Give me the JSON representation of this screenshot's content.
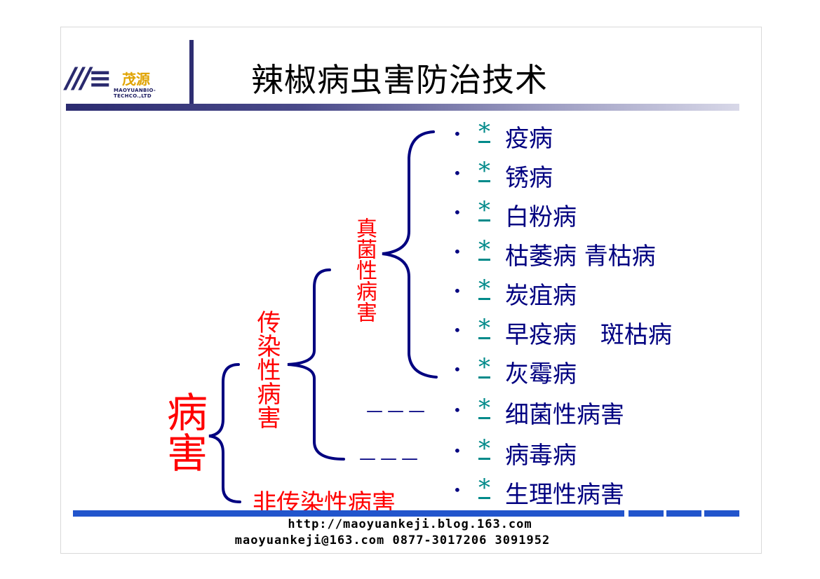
{
  "header": {
    "logo_cn": "茂源",
    "logo_en": "MAOYUANBIO-TECHCO.,LTD",
    "title": "辣椒病虫害防治技术"
  },
  "diagram": {
    "root": "病害",
    "infectious": "传染性病害",
    "fungal": "真菌性病害",
    "non_infectious": "非传染性病害",
    "dashes": "———",
    "items": [
      {
        "star": "*",
        "label": "疫病"
      },
      {
        "star": "*",
        "label": "锈病"
      },
      {
        "star": "*",
        "label": "白粉病"
      },
      {
        "star": "*",
        "label": "枯萎病 青枯病"
      },
      {
        "star": "*",
        "label": "炭疽病"
      },
      {
        "star": "*",
        "label": "早疫病　斑枯病"
      },
      {
        "star": "*",
        "label": "灰霉病"
      },
      {
        "star": "*",
        "label": "细菌性病害"
      },
      {
        "star": "*",
        "label": "病毒病"
      },
      {
        "star": "*",
        "label": "生理性病害"
      }
    ],
    "bullet": "•"
  },
  "footer": {
    "url": "http://maoyuankeji.blog.163.com",
    "contact": "maoyuankeji@163.com 0877-3017206 3091952"
  },
  "colors": {
    "title_bar": "#2b2b70",
    "red_text": "#ff0000",
    "bracket": "#000080",
    "item_text": "#000080",
    "star": "#008a8a",
    "footer_bar": "#2255cc"
  }
}
